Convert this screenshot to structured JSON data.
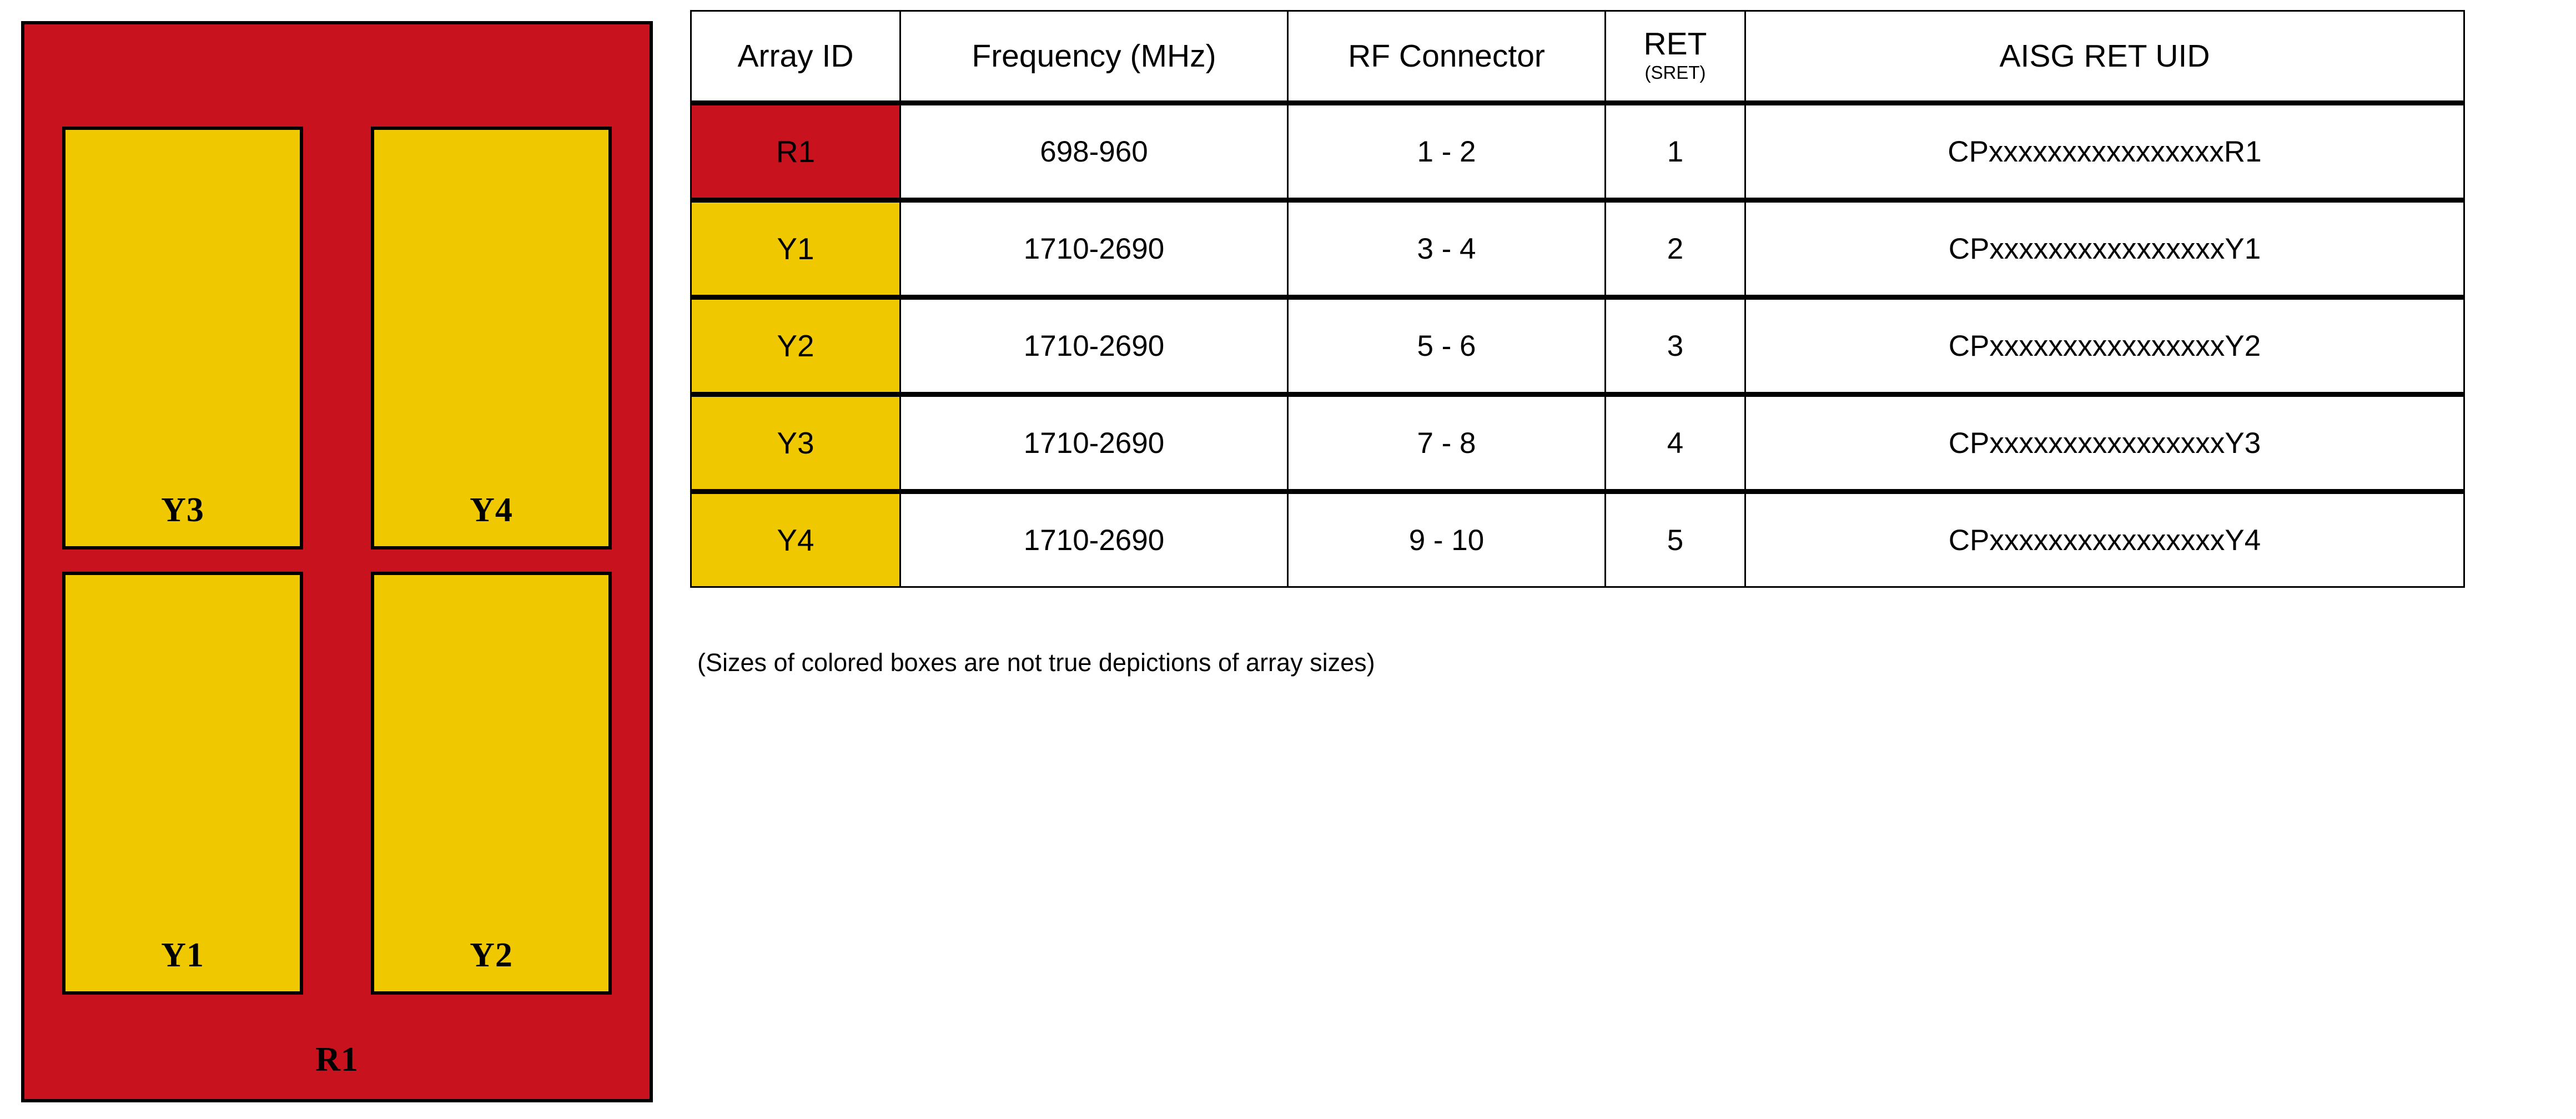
{
  "colors": {
    "red": "#C8121E",
    "yellow": "#F0C800",
    "border": "#000000",
    "background": "#FFFFFF"
  },
  "antenna_diagram": {
    "panel_label": "R1",
    "arrays": [
      {
        "id": "Y3",
        "label": "Y3",
        "position": "top-left"
      },
      {
        "id": "Y4",
        "label": "Y4",
        "position": "top-right"
      },
      {
        "id": "Y1",
        "label": "Y1",
        "position": "bottom-left"
      },
      {
        "id": "Y2",
        "label": "Y2",
        "position": "bottom-right"
      }
    ]
  },
  "table": {
    "headers": {
      "array_id": "Array ID",
      "frequency": "Frequency (MHz)",
      "rf_connector": "RF Connector",
      "ret_main": "RET",
      "ret_sub": "(SRET)",
      "aisg_ret_uid": "AISG RET UID"
    },
    "rows": [
      {
        "array_id": "R1",
        "frequency": "698-960",
        "rf_connector": "1 - 2",
        "ret": "1",
        "aisg_ret_uid": "CPxxxxxxxxxxxxxxxxR1",
        "fill": "red"
      },
      {
        "array_id": "Y1",
        "frequency": "1710-2690",
        "rf_connector": "3 - 4",
        "ret": "2",
        "aisg_ret_uid": "CPxxxxxxxxxxxxxxxxY1",
        "fill": "yellow"
      },
      {
        "array_id": "Y2",
        "frequency": "1710-2690",
        "rf_connector": "5 - 6",
        "ret": "3",
        "aisg_ret_uid": "CPxxxxxxxxxxxxxxxxY2",
        "fill": "yellow"
      },
      {
        "array_id": "Y3",
        "frequency": "1710-2690",
        "rf_connector": "7 - 8",
        "ret": "4",
        "aisg_ret_uid": "CPxxxxxxxxxxxxxxxxY3",
        "fill": "yellow"
      },
      {
        "array_id": "Y4",
        "frequency": "1710-2690",
        "rf_connector": "9 - 10",
        "ret": "5",
        "aisg_ret_uid": "CPxxxxxxxxxxxxxxxxY4",
        "fill": "yellow"
      }
    ]
  },
  "caption": "(Sizes of colored boxes are not true depictions of array sizes)"
}
